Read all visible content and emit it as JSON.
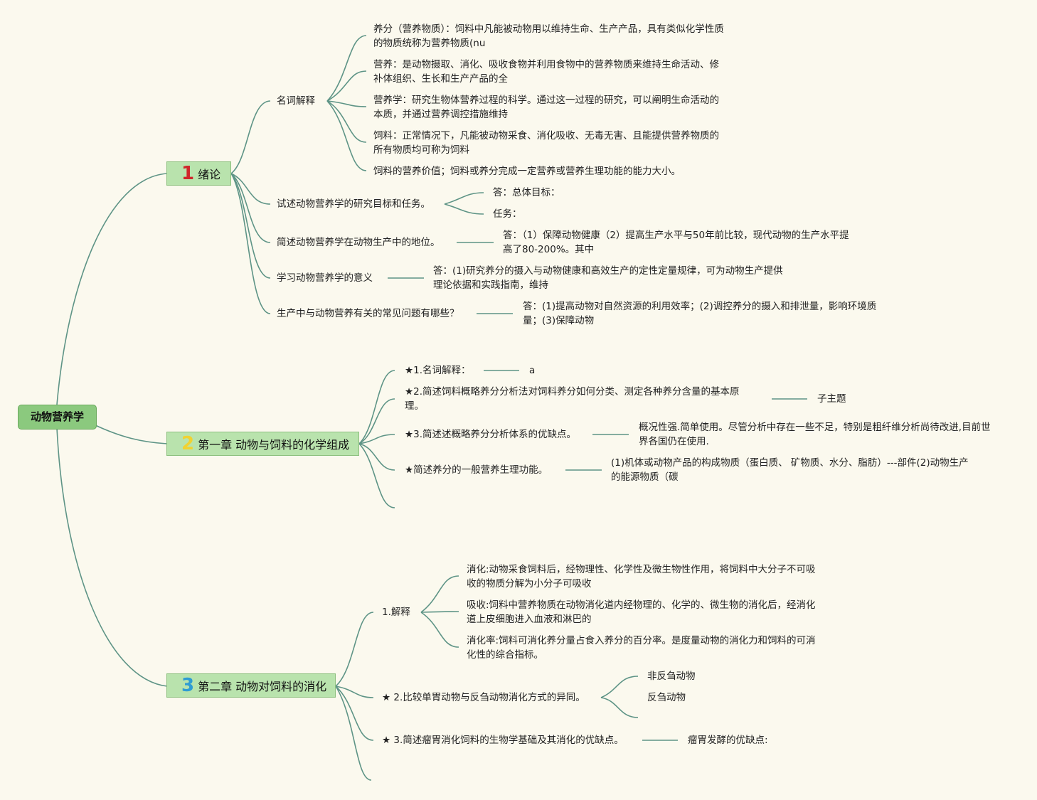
{
  "root": "动物营养学",
  "colors": {
    "line": "#5e9486",
    "root_fill": "#8bc97e",
    "chapter_fill": "#b9e3ad",
    "num1": "#d0262b",
    "num2": "#f1d231",
    "num3": "#2f9cd3"
  },
  "ch1": {
    "num": "1",
    "title": "绪论",
    "terms_label": "名词解释",
    "terms": [
      "养分（营养物质）：饲料中凡能被动物用以维持生命、生产产品，具有类似化学性质的物质统称为营养物质(nu",
      "营养：是动物摄取、消化、吸收食物并利用食物中的营养物质来维持生命活动、修补体组织、生长和生产产品的全",
      "营养学：研究生物体营养过程的科学。通过这一过程的研究，可以阐明生命活动的本质，并通过营养调控措施维持",
      "饲料：正常情况下，凡能被动物采食、消化吸收、无毒无害、且能提供营养物质的所有物质均可称为饲料",
      "饲料的营养价值；饲料或养分完成一定营养或营养生理功能的能力大小。"
    ],
    "q1": "试述动物营养学的研究目标和任务。",
    "q1_a1": "答：总体目标：",
    "q1_a2": "任务：",
    "q2": "简述动物营养学在动物生产中的地位。",
    "q2_a": "答：（1）保障动物健康（2）提高生产水平与50年前比较，现代动物的生产水平提高了80-200%。其中",
    "q3": "学习动物营养学的意义",
    "q3_a": "答：(1)研究养分的摄入与动物健康和高效生产的定性定量规律，可为动物生产提供理论依据和实践指南，维持",
    "q4": "生产中与动物营养有关的常见问题有哪些？",
    "q4_a": "答：(1)提高动物对自然资源的利用效率；(2)调控养分的摄入和排泄量，影响环境质量；(3)保障动物"
  },
  "ch2": {
    "num": "2",
    "title": "第一章 动物与饲料的化学组成",
    "i1": "★1.名词解释：",
    "i1_a": "a",
    "i2": "★2.简述饲料概略养分分析法对饲料养分如何分类、测定各种养分含量的基本原理。",
    "i2_a": "子主题",
    "i3": "★3.简述述概略养分分析体系的优缺点。",
    "i3_a": "概况性强.简单使用。尽管分析中存在一些不足，特别是粗纤维分析尚待改进,目前世界各国仍在使用.",
    "i4": "★简述养分的一般营养生理功能。",
    "i4_a": "(1)机体或动物产品的构成物质（蛋白质、 矿物质、水分、脂肪）---部件(2)动物生产的能源物质（碳"
  },
  "ch3": {
    "num": "3",
    "title": "第二章 动物对饲料的消化",
    "i1": "1.解释",
    "i1_items": [
      "消化:动物采食饲料后，经物理性、化学性及微生物性作用，将饲料中大分子不可吸收的物质分解为小分子可吸收",
      "吸收:饲料中营养物质在动物消化道内经物理的、化学的、微生物的消化后，经消化道上皮细胞进入血液和淋巴的",
      "消化率:饲料可消化养分量占食入养分的百分率。是度量动物的消化力和饲料的可消化性的综合指标。"
    ],
    "i2": "★ 2.比较单胃动物与反刍动物消化方式的异同。",
    "i2_a1": "非反刍动物",
    "i2_a2": "反刍动物",
    "i3": "★ 3.简述瘤胃消化饲料的生物学基础及其消化的优缺点。",
    "i3_a": "瘤胃发酵的优缺点:"
  }
}
